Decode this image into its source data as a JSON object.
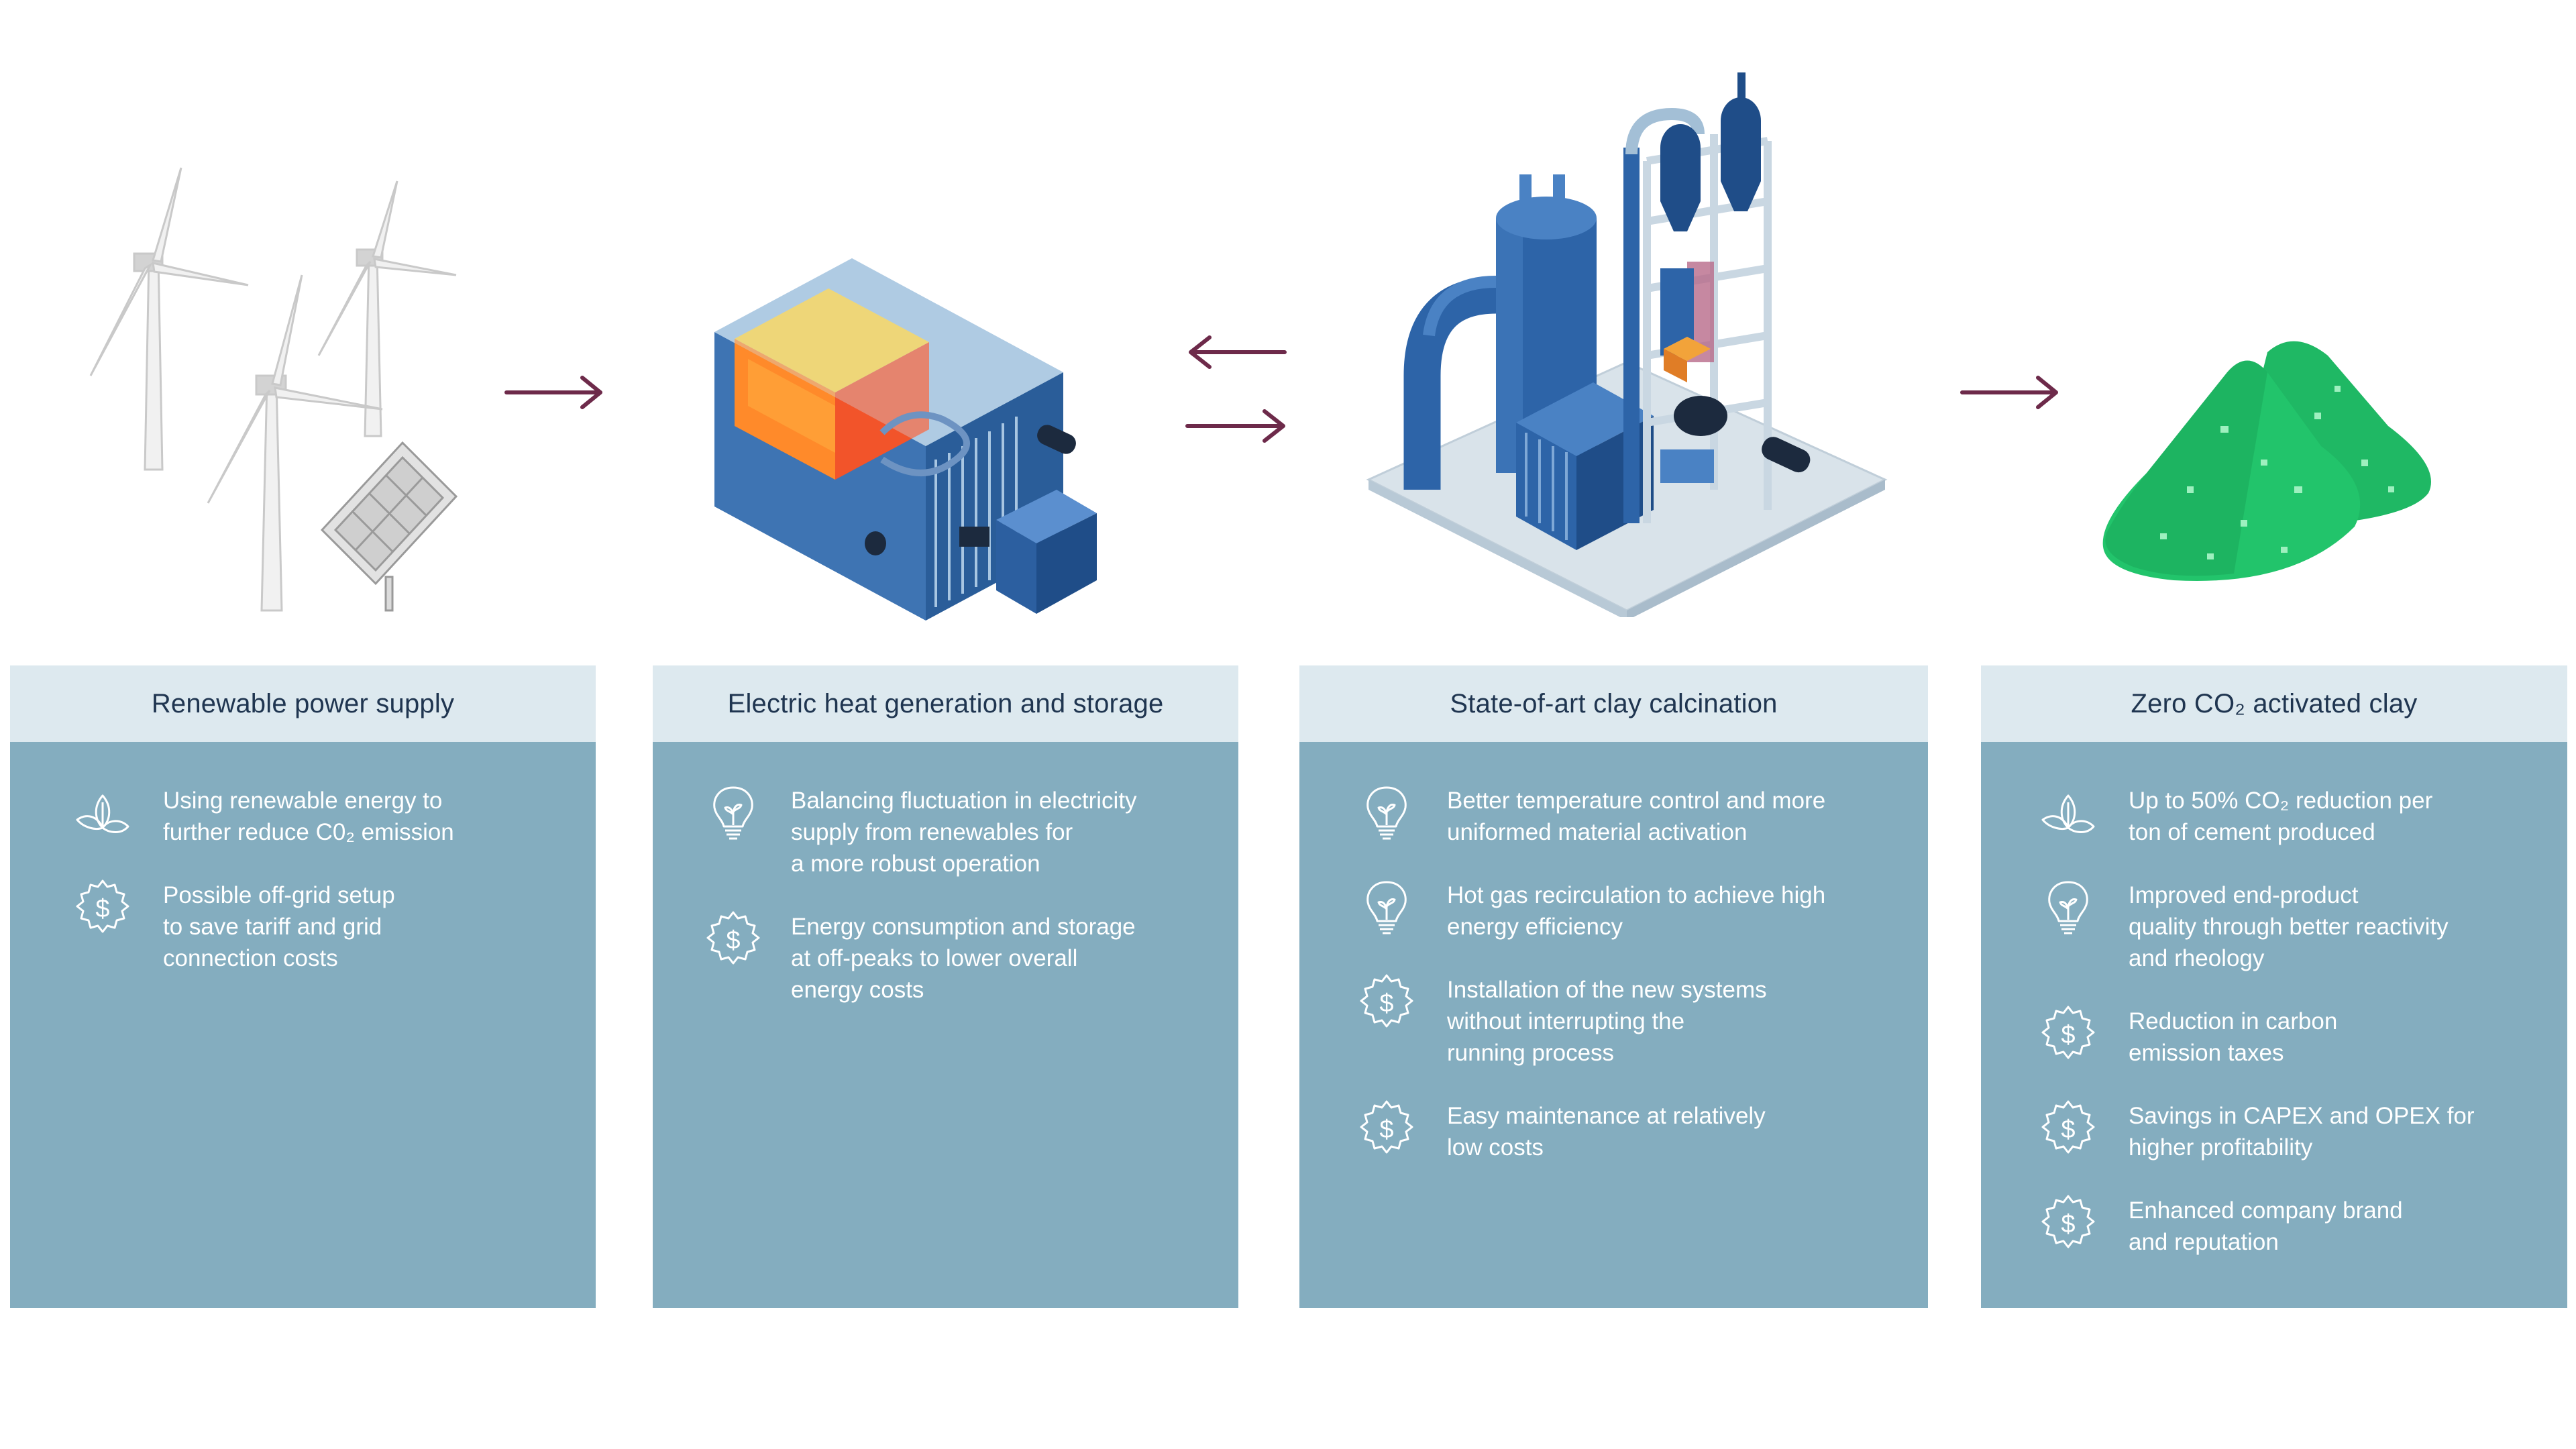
{
  "colors": {
    "card_body": "#84adbf",
    "card_header": "#dde9ef",
    "header_text": "#1f3550",
    "arrow": "#6d2a4a",
    "clay_green": "#21c46b"
  },
  "cards": [
    {
      "title": "Renewable power supply",
      "items": [
        {
          "icon": "leaf-icon",
          "text": "Using renewable energy to\nfurther reduce C0₂ emission"
        },
        {
          "icon": "dollar-gear-icon",
          "text": "Possible off-grid setup\nto save tariff and grid\nconnection costs"
        }
      ]
    },
    {
      "title": "Electric heat generation and storage",
      "items": [
        {
          "icon": "lightbulb-icon",
          "text": "Balancing fluctuation in electricity\nsupply from renewables for\na more robust operation"
        },
        {
          "icon": "dollar-gear-icon",
          "text": "Energy consumption and storage\nat off-peaks to lower overall\nenergy costs"
        }
      ]
    },
    {
      "title": "State-of-art clay calcination",
      "items": [
        {
          "icon": "lightbulb-icon",
          "text": "Better temperature control and more\nuniformed material activation"
        },
        {
          "icon": "lightbulb-icon",
          "text": "Hot gas recirculation to achieve high\nenergy efficiency"
        },
        {
          "icon": "dollar-gear-icon",
          "text": "Installation of the new systems\nwithout interrupting the\nrunning process"
        },
        {
          "icon": "dollar-gear-icon",
          "text": "Easy maintenance at relatively\nlow costs"
        }
      ]
    },
    {
      "title": "Zero CO₂ activated clay",
      "items": [
        {
          "icon": "leaf-icon",
          "text": "Up to 50% CO₂ reduction per\nton of cement produced"
        },
        {
          "icon": "lightbulb-icon",
          "text": "Improved end-product\nquality through better reactivity\nand rheology"
        },
        {
          "icon": "dollar-gear-icon",
          "text": "Reduction in carbon\nemission taxes"
        },
        {
          "icon": "dollar-gear-icon",
          "text": "Savings in CAPEX and OPEX for\nhigher profitability"
        },
        {
          "icon": "dollar-gear-icon",
          "text": "Enhanced company brand\nand reputation"
        }
      ]
    }
  ]
}
